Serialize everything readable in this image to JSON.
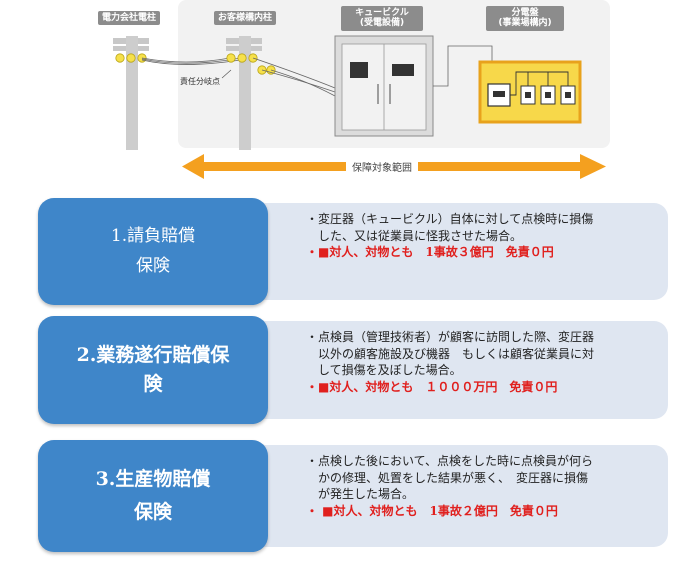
{
  "diagram": {
    "labels": {
      "utility_pole": "電力会社電柱",
      "customer_pole": "お客様構内柱",
      "cubicle_line1": "キュービクル",
      "cubicle_line2": "(受電設備)",
      "panel_line1": "分電盤",
      "panel_line2": "(事業場構内)",
      "boundary_point": "責任分岐点",
      "coverage_range": "保障対象範囲"
    },
    "colors": {
      "arrow": "#f4a01f",
      "light": "#f6e04a",
      "panel_border": "#e8a21c",
      "panel_fill": "#f7d84a",
      "background": "#f2f2f2"
    }
  },
  "insurances": [
    {
      "title_lines": [
        "1.請負賠償",
        "保険"
      ],
      "desc_lines": [
        "・変圧器（キュービクル）自体に対して点検時に損傷",
        "　した、又は従業員に怪我させた場合。"
      ],
      "coverage": "・■対人、対物とも　1事故３億円　免責０円"
    },
    {
      "title_lines": [
        "2.業務遂行賠償保",
        "険"
      ],
      "desc_lines": [
        "・点検員（管理技術者）が顧客に訪問した際、変圧器",
        "　以外の顧客施設及び機器　もしくは顧客従業員に対",
        "　して損傷を及ぼした場合。"
      ],
      "coverage": "・■対人、対物とも　１０００万円　免責０円"
    },
    {
      "title_lines": [
        "3.生産物賠償",
        "保険"
      ],
      "desc_lines": [
        "・点検した後において、点検をした時に点検員が何ら",
        "　かの修理、処置をした結果が悪く、　変圧器に損傷",
        "　が発生した場合。"
      ],
      "coverage": "・ ■対人、対物とも　1事故２億円　免責０円"
    }
  ]
}
